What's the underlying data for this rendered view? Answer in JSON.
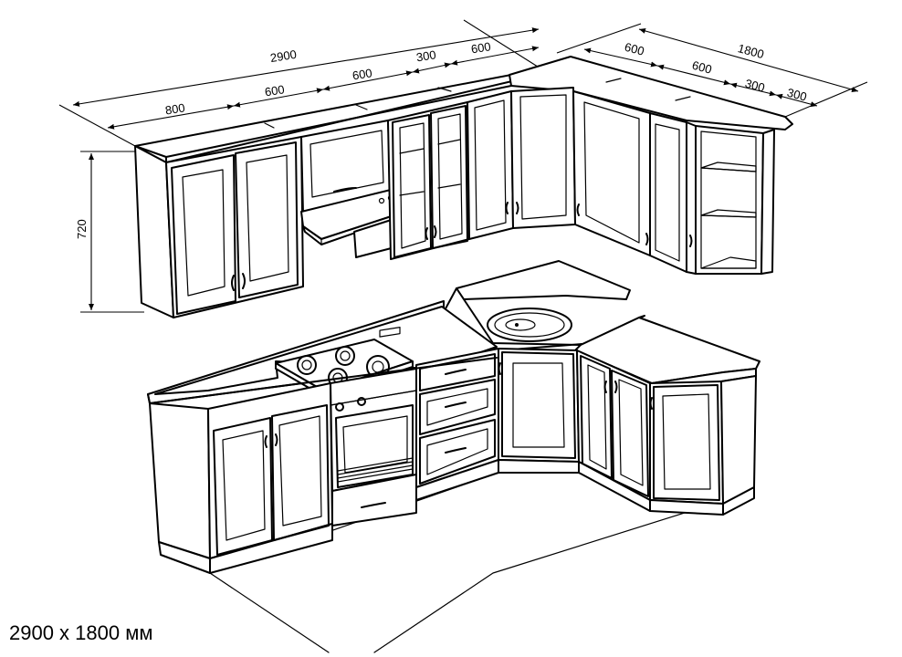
{
  "dimensions": {
    "total_left": "2900",
    "left_800": "800",
    "left_600_a": "600",
    "left_600_b": "600",
    "left_300": "300",
    "left_600_c": "600",
    "total_right": "1800",
    "right_600_a": "600",
    "right_600_b": "600",
    "right_300_a": "300",
    "right_300_b": "300",
    "height_720": "720"
  },
  "caption": "2900 x 1800 мм"
}
